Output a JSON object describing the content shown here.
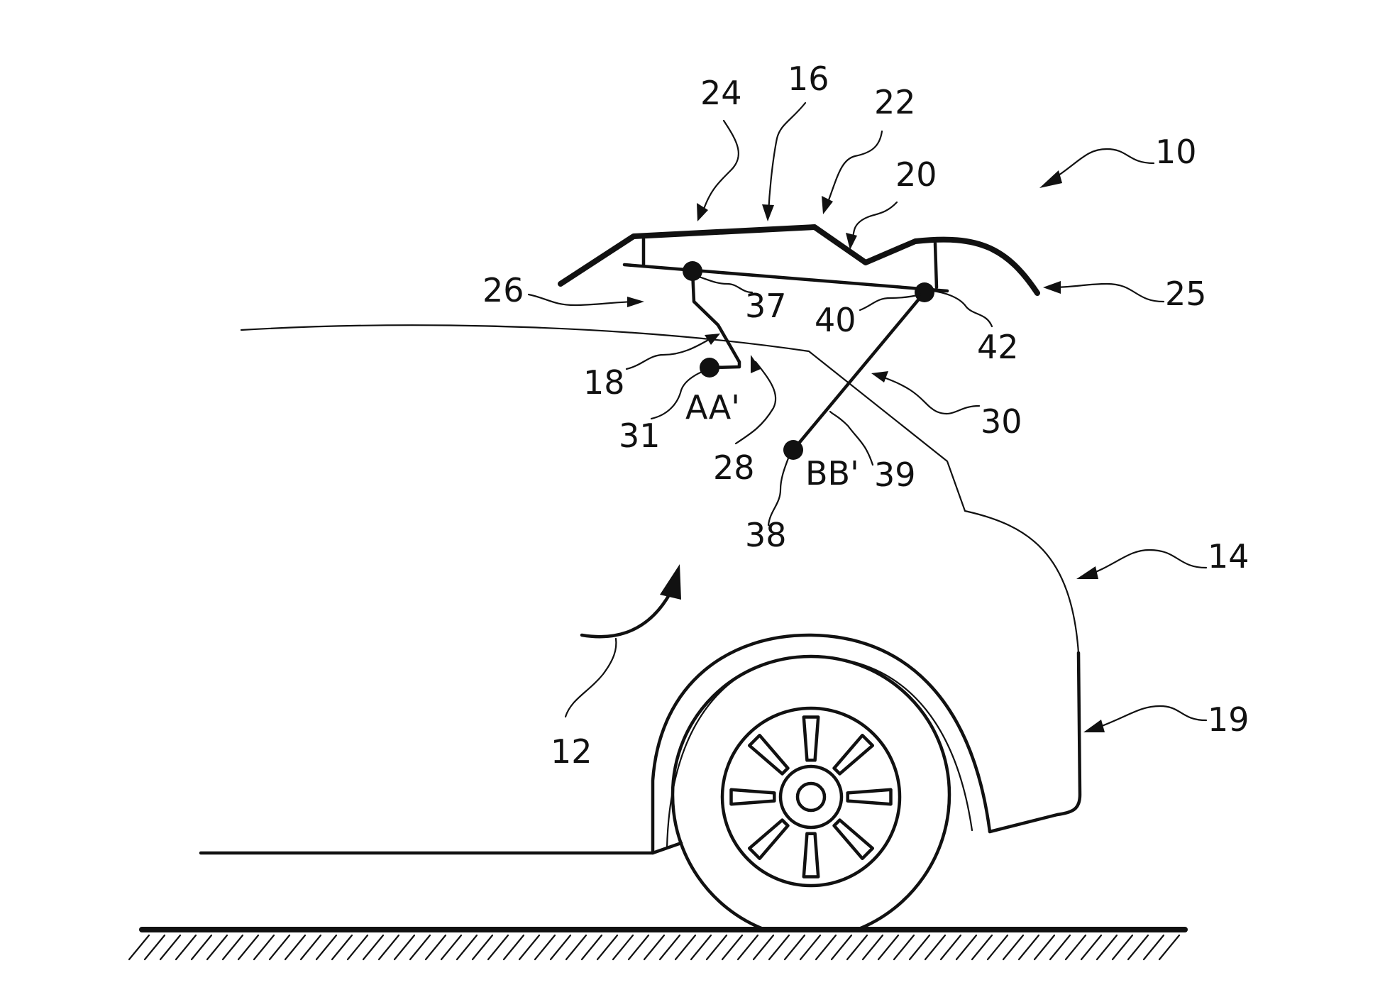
{
  "diagram": {
    "labels": {
      "r10": "10",
      "r12": "12",
      "r14": "14",
      "r16": "16",
      "r18": "18",
      "r19": "19",
      "r20": "20",
      "r22": "22",
      "r24": "24",
      "r25": "25",
      "r26": "26",
      "r28": "28",
      "r30": "30",
      "r31": "31",
      "r37": "37",
      "r38": "38",
      "r39": "39",
      "r40": "40",
      "r42": "42",
      "axisA": "AA'",
      "axisB": "BB'"
    }
  }
}
